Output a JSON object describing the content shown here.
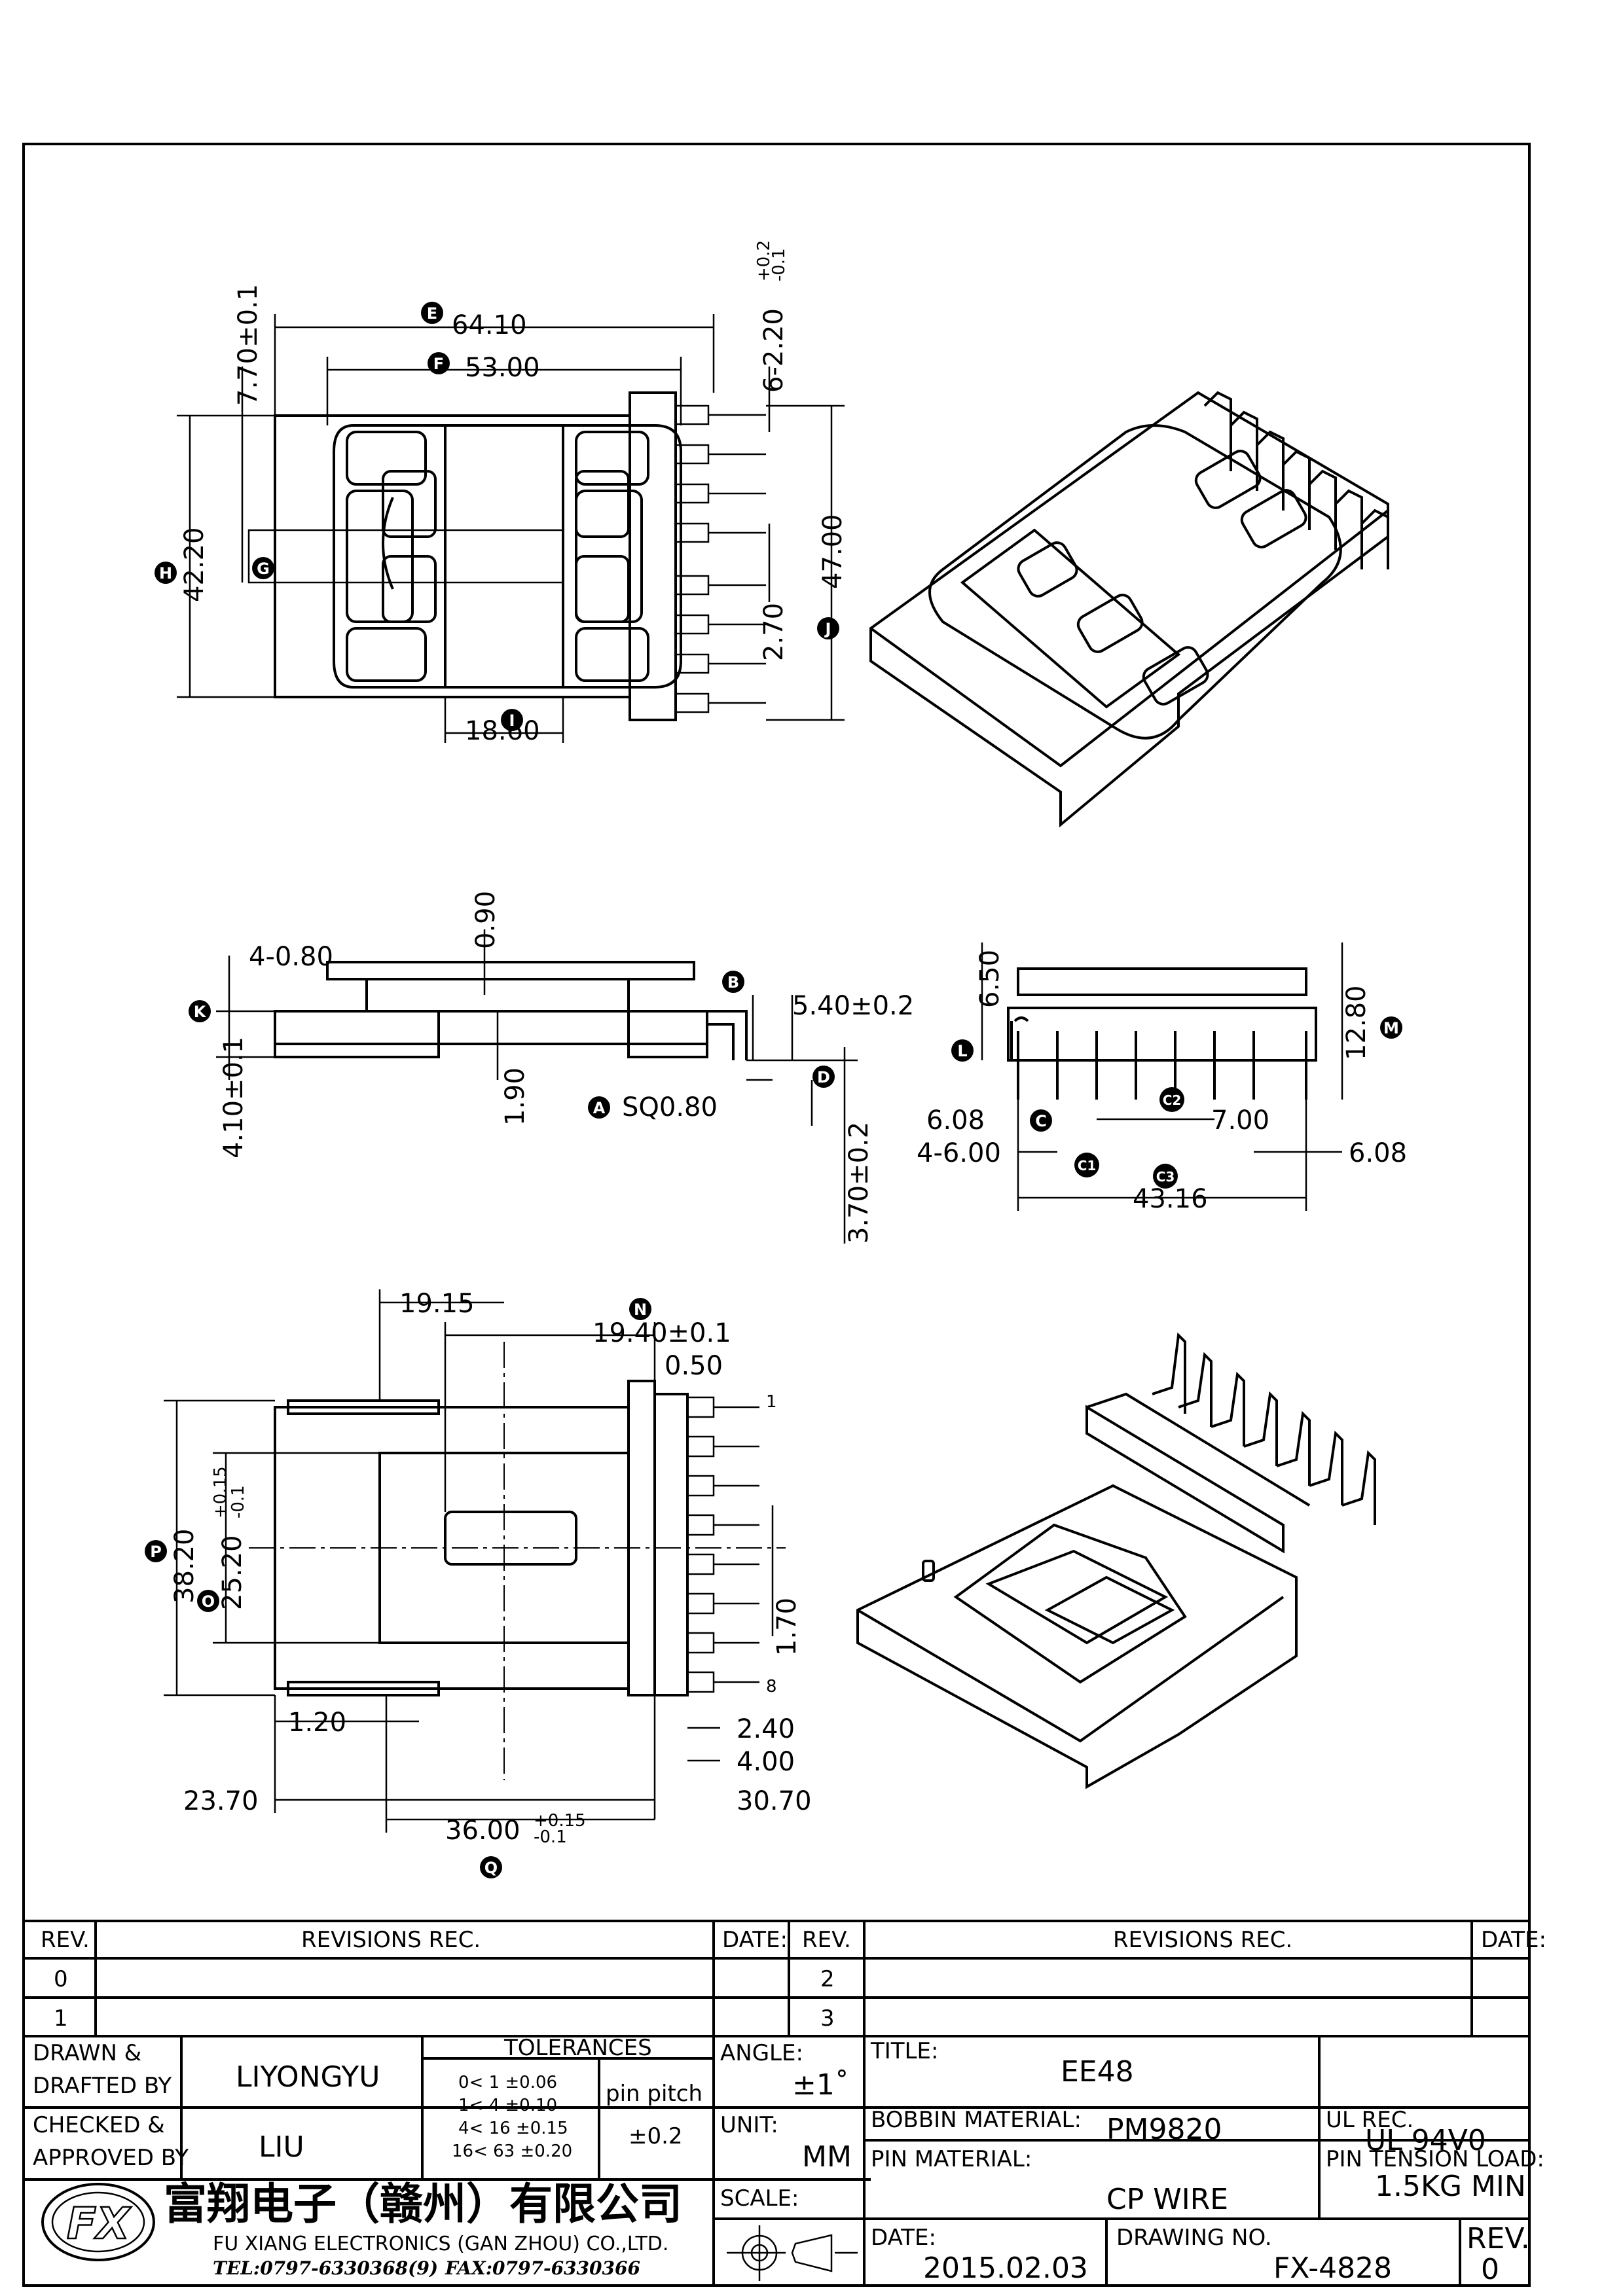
{
  "dimensions": {
    "top": {
      "d_6410": "64.10",
      "d_5300": "53.00",
      "d_770": "7.70±0.1",
      "d_pin_width": "6-2.20",
      "d_pin_width_tol_plus": "+0.2",
      "d_pin_width_tol_minus": "-0.1",
      "d_4220": "42.20",
      "d_4700": "47.00",
      "d_270": "2.70",
      "d_1860": "18.60"
    },
    "side": {
      "d_480": "4-0.80",
      "d_090": "0.90",
      "d_540": "5.40±0.2",
      "d_410": "4.10±0.1",
      "d_190": "1.90",
      "d_sq": "SQ0.80",
      "d_370": "3.70±0.2"
    },
    "end": {
      "d_650": "6.50",
      "d_1280": "12.80",
      "d_608a": "6.08",
      "d_4600": "4-6.00",
      "d_700": "7.00",
      "d_608b": "6.08",
      "d_4316": "43.16"
    },
    "bottom": {
      "d_1915": "19.15",
      "d_1940": "19.40±0.1",
      "d_050": "0.50",
      "d_3820": "38.20",
      "d_2520": "25.20",
      "d_2520_tol_plus": "+0.15",
      "d_2520_tol_minus": "-0.1",
      "d_170": "1.70",
      "d_120": "1.20",
      "d_240": "2.40",
      "d_400": "4.00",
      "d_2370": "23.70",
      "d_3070": "30.70",
      "d_3600": "36.00",
      "d_3600_tol_plus": "+0.15",
      "d_3600_tol_minus": "-0.1",
      "pin_first": "1",
      "pin_last": "8"
    }
  },
  "markers": {
    "A": "A",
    "B": "B",
    "C": "C",
    "C1": "C1",
    "C2": "C2",
    "C3": "C3",
    "D": "D",
    "E": "E",
    "F": "F",
    "G": "G",
    "H": "H",
    "I": "I",
    "J": "J",
    "K": "K",
    "L": "L",
    "M": "M",
    "N": "N",
    "O": "O",
    "P": "P",
    "Q": "Q"
  },
  "title_block": {
    "rev_header": "REV.",
    "revisions_header": "REVISIONS   REC.",
    "date_header": "DATE:",
    "rev_left": [
      "0",
      "1"
    ],
    "rev_right": [
      "2",
      "3"
    ],
    "drawn_label": "DRAWN &\nDRAFTED BY",
    "drawn_line1": "DRAWN &",
    "drawn_line2": "DRAFTED BY",
    "drawn_value": "LIYONGYU",
    "checked_line1": "CHECKED &",
    "checked_line2": "APPROVED BY",
    "checked_value": "LIU",
    "tolerances_label": "TOLERANCES",
    "tolerance_rows": [
      "0<  1   ±0.06",
      "1<  4   ±0.10",
      "4<  16  ±0.15",
      "16<  63  ±0.20"
    ],
    "pin_pitch_label": "pin pitch",
    "pin_pitch_value": "±0.2",
    "angle_label": "ANGLE:",
    "angle_value": "±1˚",
    "unit_label": "UNIT:",
    "unit_value": "MM",
    "scale_label": "SCALE:",
    "title_label": "TITLE:",
    "title_value": "EE48",
    "bobbin_label": "BOBBIN MATERIAL:",
    "bobbin_value": "PM9820",
    "ul_label": "UL REC.",
    "ul_value": "UL 94V0",
    "pin_material_label": "PIN MATERIAL:",
    "pin_material_value": "CP WIRE",
    "pin_tension_label": "PIN TENSION LOAD:",
    "pin_tension_value": "1.5KG MIN",
    "date_label": "DATE:",
    "date_value": "2015.02.03",
    "drawing_no_label": "DRAWING NO.",
    "drawing_no_value": "FX-4828",
    "rev_label": "REV.",
    "rev_value": "0",
    "company_cn": "富翔电子（赣州）有限公司",
    "company_en": "FU XIANG ELECTRONICS (GAN ZHOU) CO.,LTD.",
    "tel": "TEL:0797-6330368(9)",
    "fax": "FAX:0797-6330366",
    "logo_text": "FX"
  }
}
